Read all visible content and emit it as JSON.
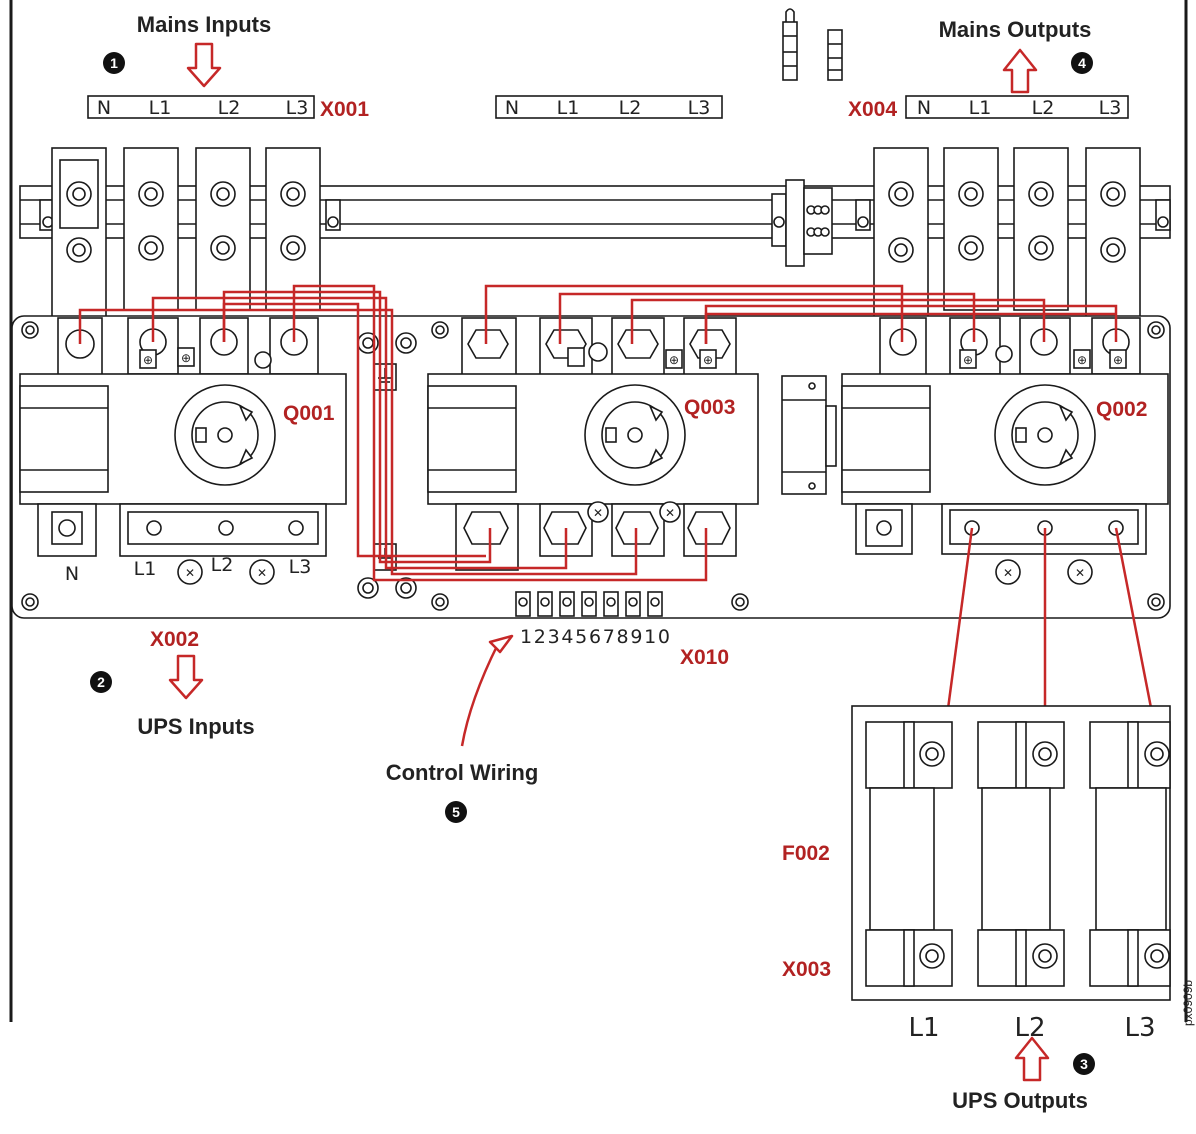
{
  "labels": {
    "mains_inputs": "Mains Inputs",
    "mains_outputs": "Mains Outputs",
    "ups_inputs": "UPS Inputs",
    "ups_outputs": "UPS Outputs",
    "control_wiring": "Control Wiring"
  },
  "markers": {
    "m1": "1",
    "m2": "2",
    "m3": "3",
    "m4": "4",
    "m5": "5"
  },
  "designators": {
    "x001": "X001",
    "x002": "X002",
    "x003": "X003",
    "x004": "X004",
    "x010": "X010",
    "q001": "Q001",
    "q002": "Q002",
    "q003": "Q003",
    "f002": "F002"
  },
  "terminal_strips": {
    "x001": [
      "N",
      "L1",
      "L2",
      "L3"
    ],
    "middle": [
      "N",
      "L1",
      "L2",
      "L3"
    ],
    "x004": [
      "N",
      "L1",
      "L2",
      "L3"
    ]
  },
  "q001_terminals": [
    "N",
    "L1",
    "L2",
    "L3"
  ],
  "x003_terminals": [
    "L1",
    "L2",
    "L3"
  ],
  "x010_numbers": "12345678910",
  "image_id": "px0909b",
  "colors": {
    "wire": "#c62828",
    "designator": "#b22222",
    "line": "#1a1a1a"
  }
}
